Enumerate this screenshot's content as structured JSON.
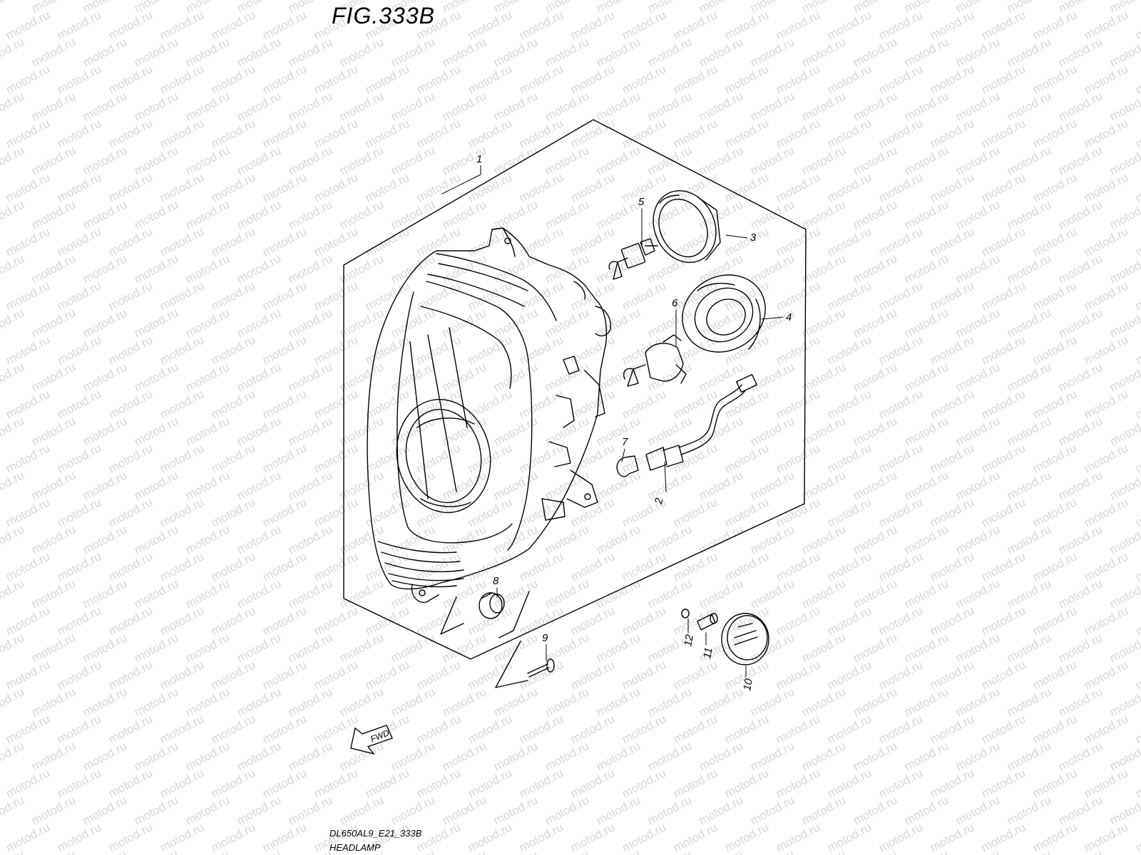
{
  "figure": {
    "title": "FIG.333B",
    "code": "DL650AL9_E21_333B",
    "name": "HEADLAMP"
  },
  "watermark": {
    "text": "motod.ru",
    "color": "#d8d8d8"
  },
  "arrow": {
    "label": "FWD",
    "icon": "forward-arrow-icon"
  },
  "callouts": [
    {
      "id": "1",
      "label": "1"
    },
    {
      "id": "2",
      "label": "2"
    },
    {
      "id": "3",
      "label": "3"
    },
    {
      "id": "4",
      "label": "4"
    },
    {
      "id": "5",
      "label": "5"
    },
    {
      "id": "6",
      "label": "6"
    },
    {
      "id": "7",
      "label": "7"
    },
    {
      "id": "8",
      "label": "8"
    },
    {
      "id": "9",
      "label": "9"
    },
    {
      "id": "10",
      "label": "10"
    },
    {
      "id": "11",
      "label": "11"
    },
    {
      "id": "12",
      "label": "12"
    }
  ]
}
